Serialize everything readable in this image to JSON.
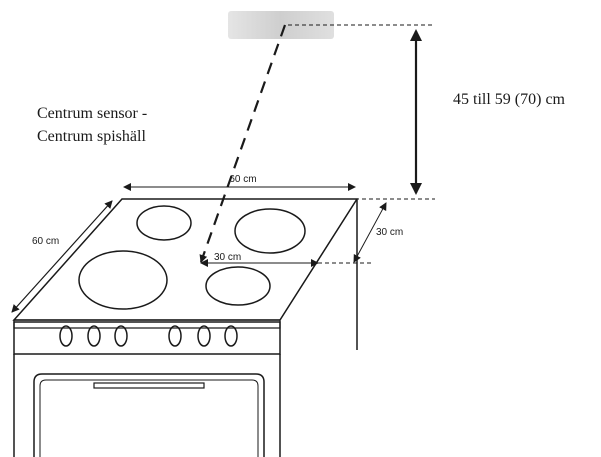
{
  "labels": {
    "center_line1": "Centrum sensor -",
    "center_line2": "Centrum spishäll",
    "height_range": "45 till 59 (70) cm",
    "width_top": "60 cm",
    "depth_left": "60 cm",
    "depth_right": "30 cm",
    "center_offset": "30 cm"
  },
  "colors": {
    "line": "#1a1a1a",
    "sensor": "#c8c8c8",
    "background": "#ffffff"
  }
}
